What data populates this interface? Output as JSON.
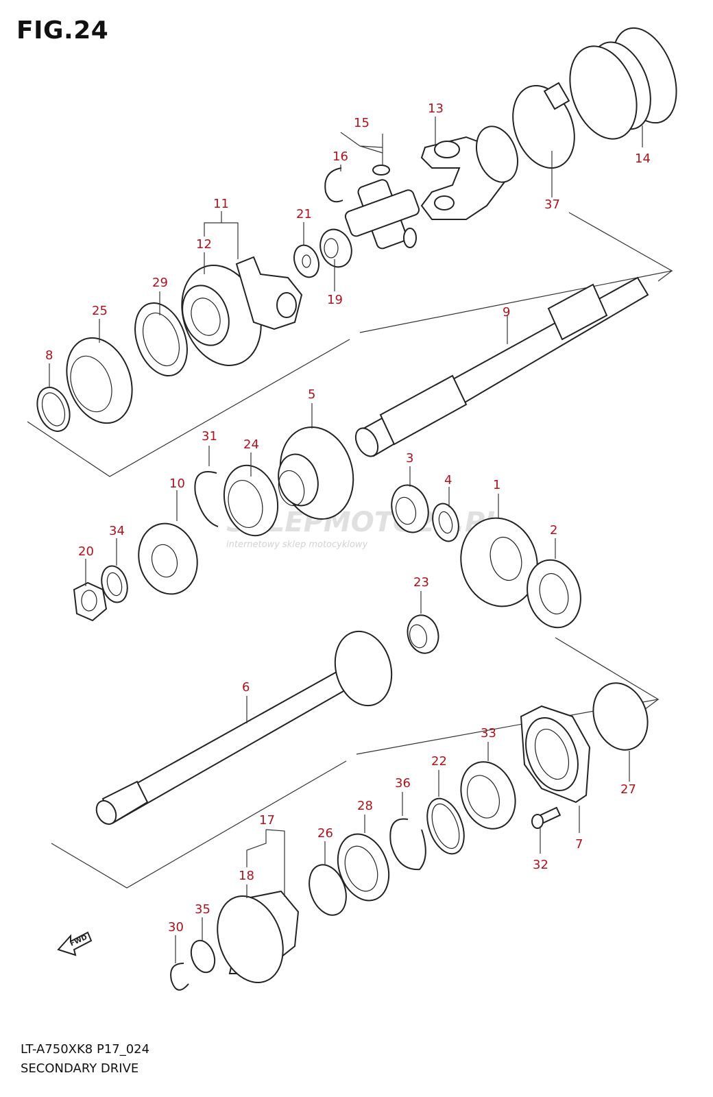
{
  "figure": {
    "title": "FIG.24",
    "code": "LT-A750XK8 P17_024",
    "name": "SECONDARY DRIVE",
    "fwd_label": "FWD"
  },
  "watermark": {
    "text": "SKLEPMOTO24.PL",
    "tagline": "internetowy sklep motocyklowy"
  },
  "callouts": [
    "1",
    "2",
    "3",
    "4",
    "5",
    "6",
    "7",
    "8",
    "9",
    "10",
    "11",
    "12",
    "13",
    "14",
    "15",
    "16",
    "17",
    "18",
    "19",
    "20",
    "21",
    "22",
    "23",
    "24",
    "25",
    "26",
    "27",
    "28",
    "29",
    "30",
    "31",
    "32",
    "33",
    "34",
    "35",
    "36",
    "37"
  ],
  "colors": {
    "callout": "#b0121b",
    "line": "#222222",
    "frame": "#333333"
  }
}
